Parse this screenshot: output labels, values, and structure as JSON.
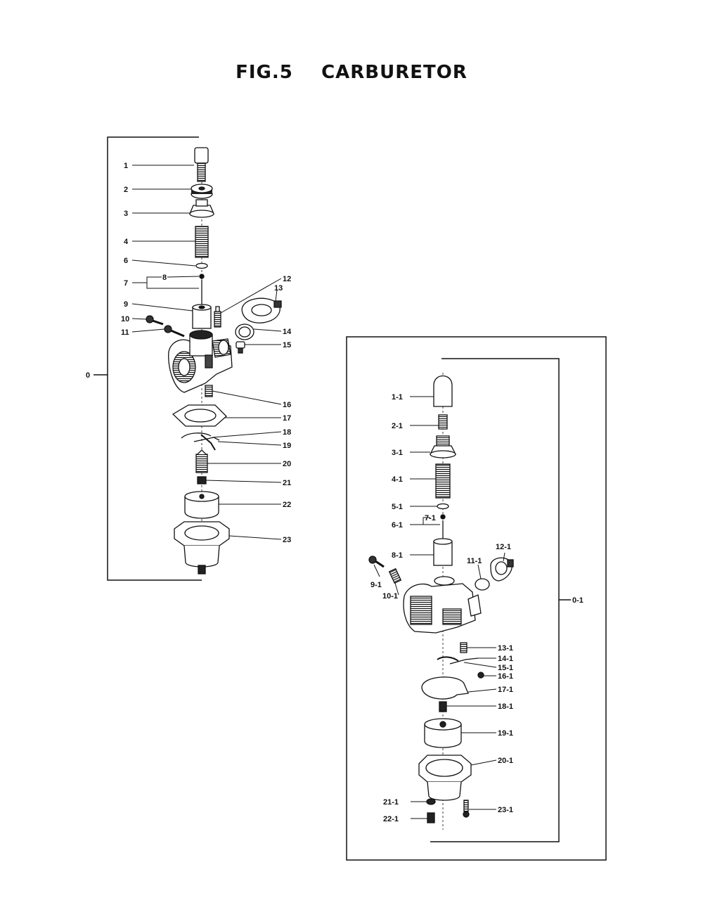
{
  "title": "FIG.5    CARBURETOR",
  "assembly_a": {
    "label": "0",
    "parts": [
      "1",
      "2",
      "3",
      "4",
      "6",
      "7",
      "8",
      "9",
      "10",
      "11",
      "12",
      "13",
      "14",
      "15",
      "16",
      "17",
      "18",
      "19",
      "20",
      "21",
      "22",
      "23"
    ]
  },
  "assembly_b": {
    "label": "0-1",
    "parts": [
      "1-1",
      "2-1",
      "3-1",
      "4-1",
      "5-1",
      "6-1",
      "7-1",
      "8-1",
      "9-1",
      "10-1",
      "11-1",
      "12-1",
      "13-1",
      "14-1",
      "15-1",
      "16-1",
      "17-1",
      "18-1",
      "19-1",
      "20-1",
      "21-1",
      "22-1",
      "23-1"
    ]
  }
}
